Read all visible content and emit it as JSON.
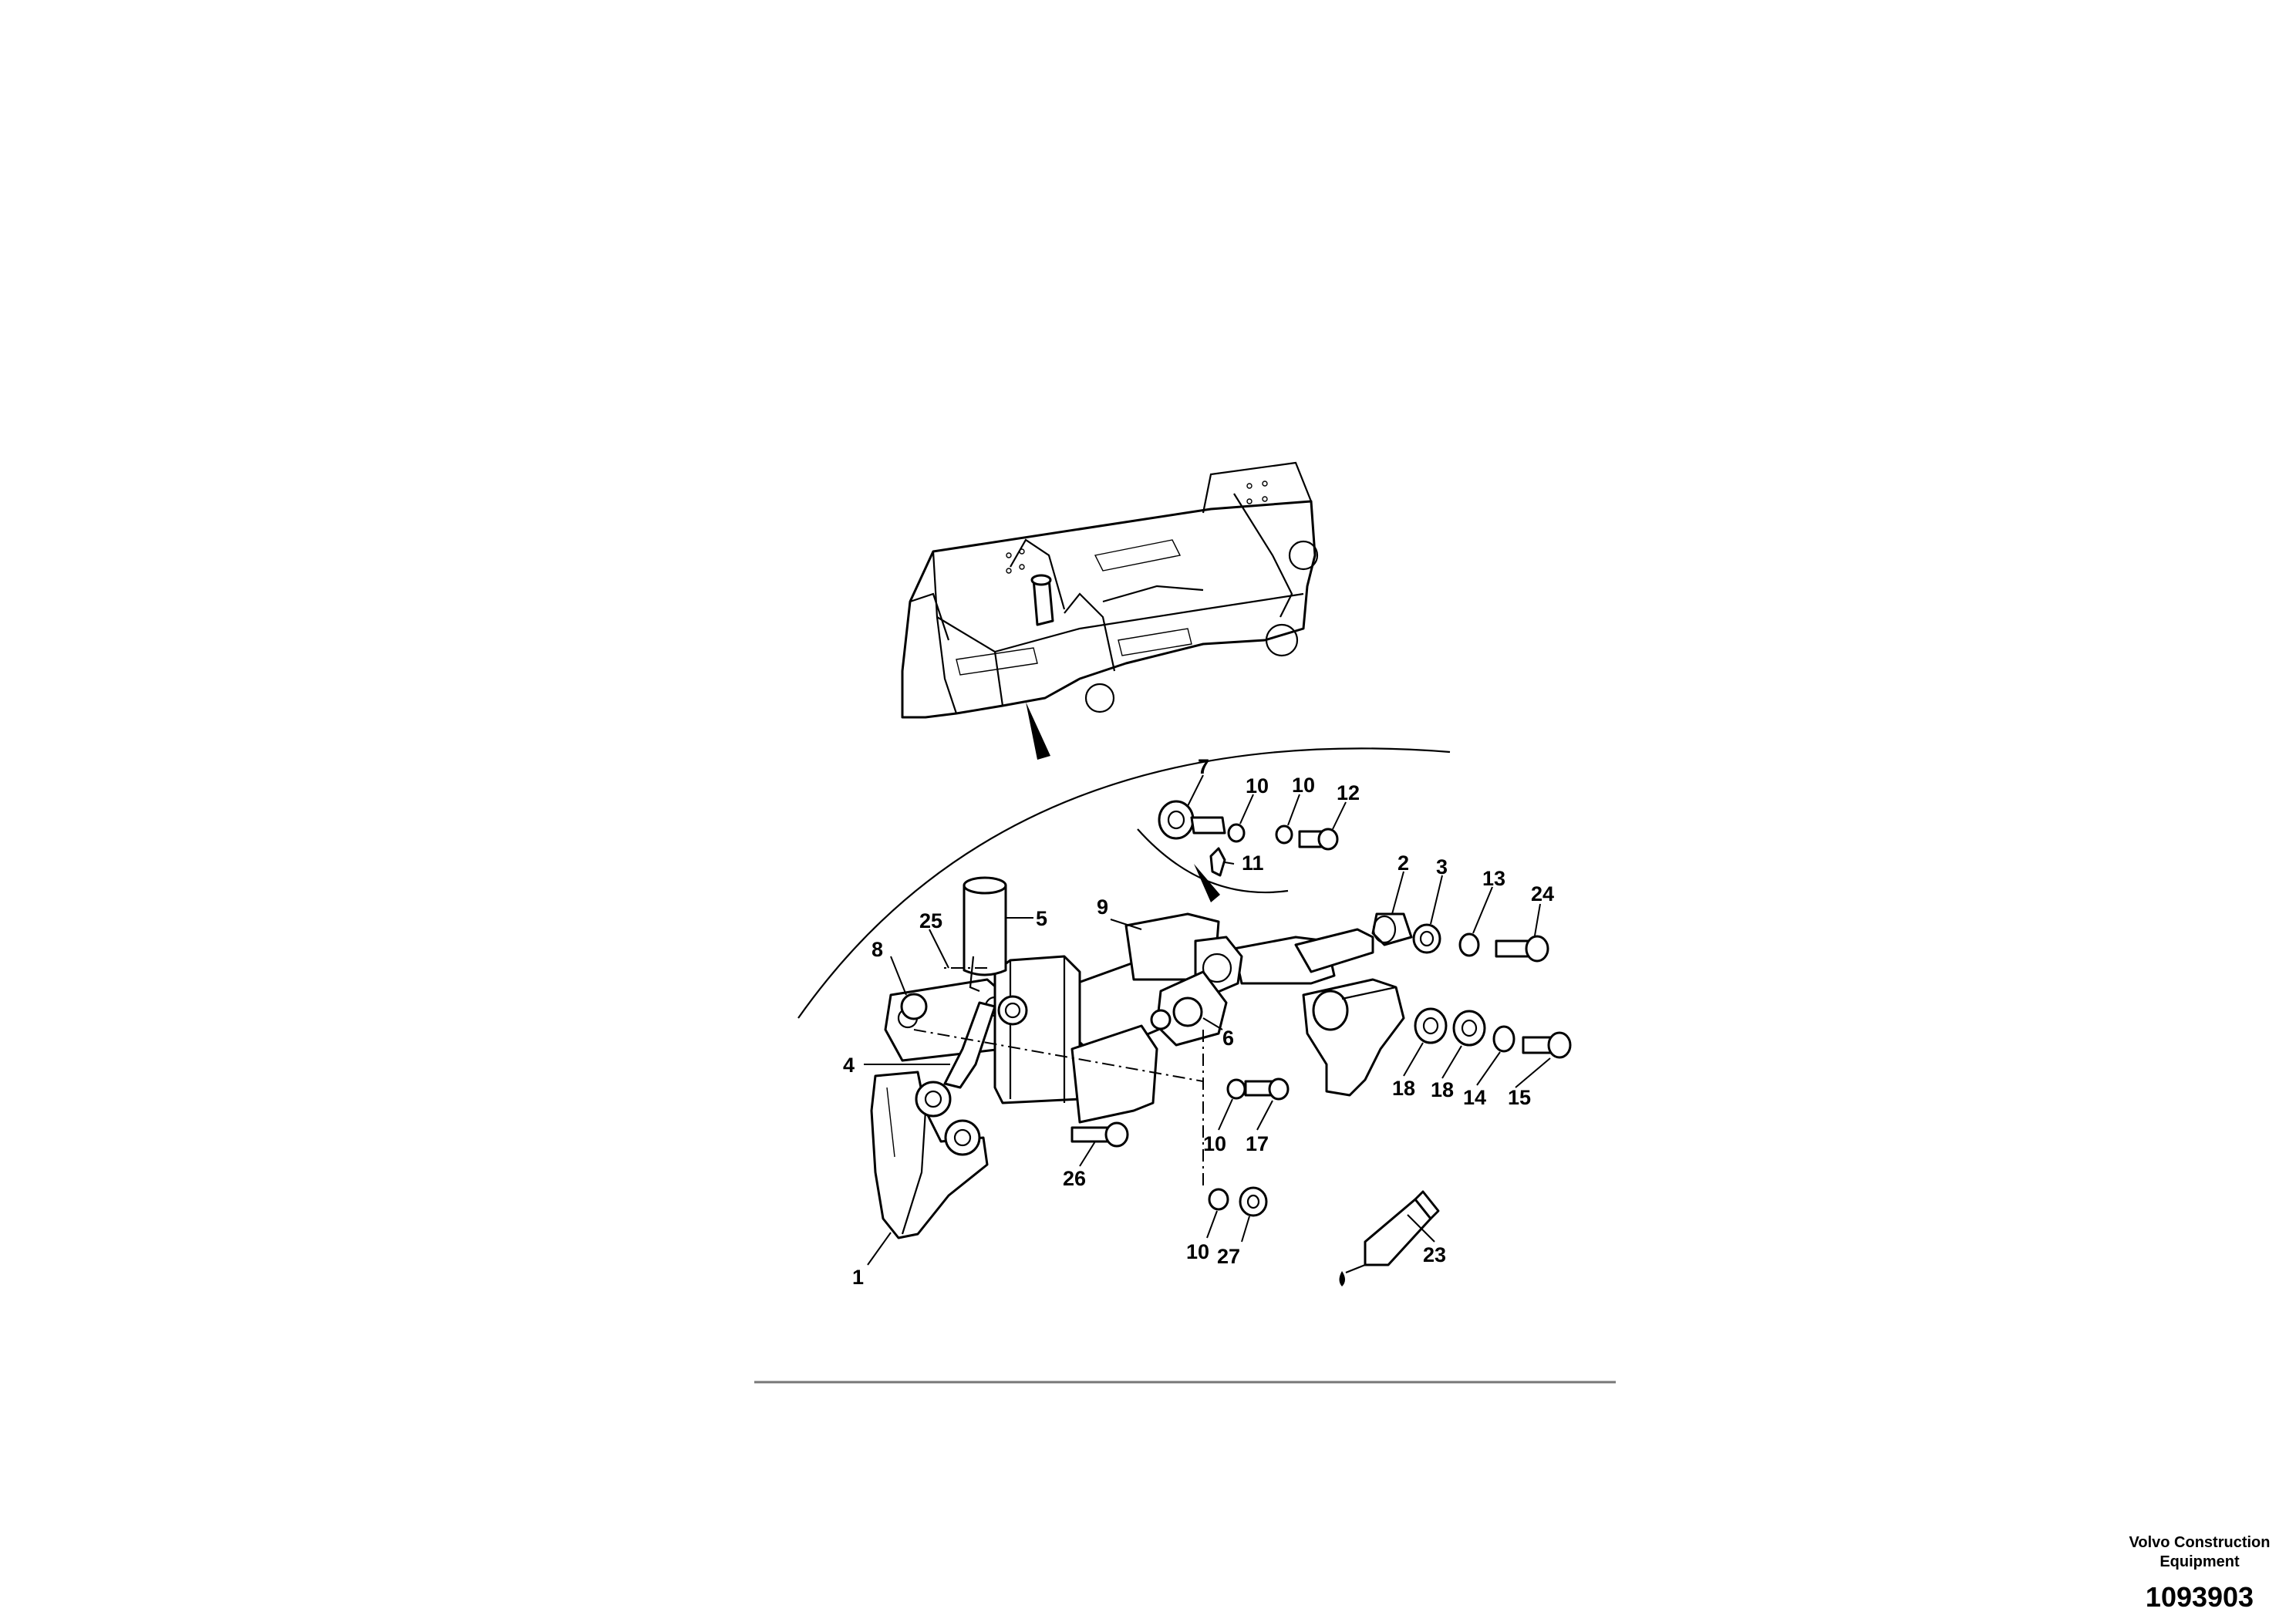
{
  "footer": {
    "company_line1": "Volvo Construction",
    "company_line2": "Equipment",
    "illustration_number": "1093903"
  },
  "callouts": [
    "7",
    "10",
    "10",
    "12",
    "11",
    "2",
    "3",
    "13",
    "24",
    "9",
    "5",
    "25",
    "8",
    "6",
    "4",
    "18",
    "18",
    "14",
    "15",
    "10",
    "17",
    "26",
    "10",
    "27",
    "23",
    "1"
  ]
}
